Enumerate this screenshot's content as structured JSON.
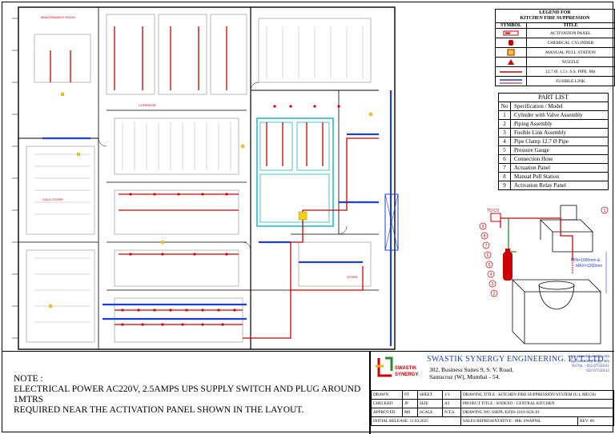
{
  "legend": {
    "title_line1": "LEGEND FOR",
    "title_line2": "KITCHEN FIRE SUPPRESSION",
    "col_symbol": "SYMBOL",
    "col_title": "TITLE",
    "items": [
      {
        "title": "ACTIVATION PANEL",
        "icon": "activation-panel-icon"
      },
      {
        "title": "CHEMICAL CYLINDER",
        "icon": "chemical-cylinder-icon"
      },
      {
        "title": "MANUAL PULL STATION",
        "icon": "manual-pull-station-icon"
      },
      {
        "title": "NOZZLE",
        "icon": "nozzle-icon"
      },
      {
        "title": "12.7 Ø, 1.5 t. S.S. PIPE. Mtr",
        "icon": "pipe-line-icon"
      },
      {
        "title": "FUSIBLE LINK",
        "icon": "fusible-link-icon"
      }
    ]
  },
  "part_list": {
    "title": "PART LIST",
    "col_no": "No",
    "col_spec": "Specification / Model",
    "rows": [
      {
        "no": "1",
        "spec": "Cylinder with Valve Assembly"
      },
      {
        "no": "2",
        "spec": "Piping Assembly"
      },
      {
        "no": "3",
        "spec": "Fusible Link Assembly"
      },
      {
        "no": "4",
        "spec": "Pipe Clamp 12.7 Ø Pipe"
      },
      {
        "no": "5",
        "spec": "Pressure Gauge"
      },
      {
        "no": "6",
        "spec": "Connection Hose"
      },
      {
        "no": "7",
        "spec": "Actuation Panel"
      },
      {
        "no": "8",
        "spec": "Manual Pull Station"
      },
      {
        "no": "9",
        "spec": "Activation Relay Panel"
      }
    ]
  },
  "iso_detail": {
    "to_cv": "TO CV",
    "min_label": "MIN=1000mm &",
    "max_label": "MAX=1200mm",
    "callouts": [
      "9",
      "8",
      "7",
      "6",
      "5",
      "4",
      "3",
      "2",
      "1"
    ]
  },
  "note": {
    "heading": "NOTE :",
    "line1": "ELECTRICAL POWER AC220V, 2.5AMPS UPS SUPPLY SWITCH AND PLUG AROUND 1MTRS",
    "line2": "REQUIRED NEAR THE ACTIVATION PANEL SHOWN IN THE LAYOUT."
  },
  "company": {
    "name": "SWASTIK SYNERGY ENGINEERING. PVT. LTD.",
    "address_line1": "302, Business Suites 9, S. V. Road,",
    "address_line2": "Santacruz (W), Mumbai - 54.",
    "website": "www.swastiksynergy.com",
    "email": "hq@swastiksynergy.com",
    "tel": "Tel No. - 022 67550111",
    "fax": "022 67550112",
    "logo_text1": "SWASTIK",
    "logo_text2": "SYNERGY"
  },
  "title_block": {
    "drawn_label": "DRAWN",
    "drawn_val": "PT",
    "sheet_label": "SHEET",
    "sheet_val": "1/1",
    "checked_label": "CHECKED",
    "checked_val": "JP",
    "size_label": "SIZE",
    "size_val": "A3",
    "approved_label": "APPROVED",
    "approved_val": "MS",
    "scale_label": "SCALE",
    "scale_val": "N.T.S.",
    "initial_release": "INITIAL RELEASE: 11.03.2025",
    "drawing_title": "DRAWING TITLE : KITCHEN FIRE SUPPRESSION SYSTEM (U.L MECH)",
    "project_title": "PROJECT TITLE   : SODEXO - CENTRAL KITCHEN",
    "drawing_no": "DRAWING NO: SSEPL-KFSS-1103-SCK-01",
    "sales_rep": "SALES REPRESENTATIVE : MR. SWAPNIL",
    "rev": "REV: 00"
  },
  "plan_labels": {
    "maintenance": "MAINTENANCE ROOM",
    "corridor": "CORRIDOR",
    "store": "STORE",
    "cold_store": "COLD STORE"
  },
  "colors": {
    "pipe": "#cc0000",
    "wall": "#000000",
    "duct": "#1f3fd0",
    "cyan": "#19b7c4",
    "fixture": "#777777",
    "company_blue": "#1f3f9e"
  }
}
